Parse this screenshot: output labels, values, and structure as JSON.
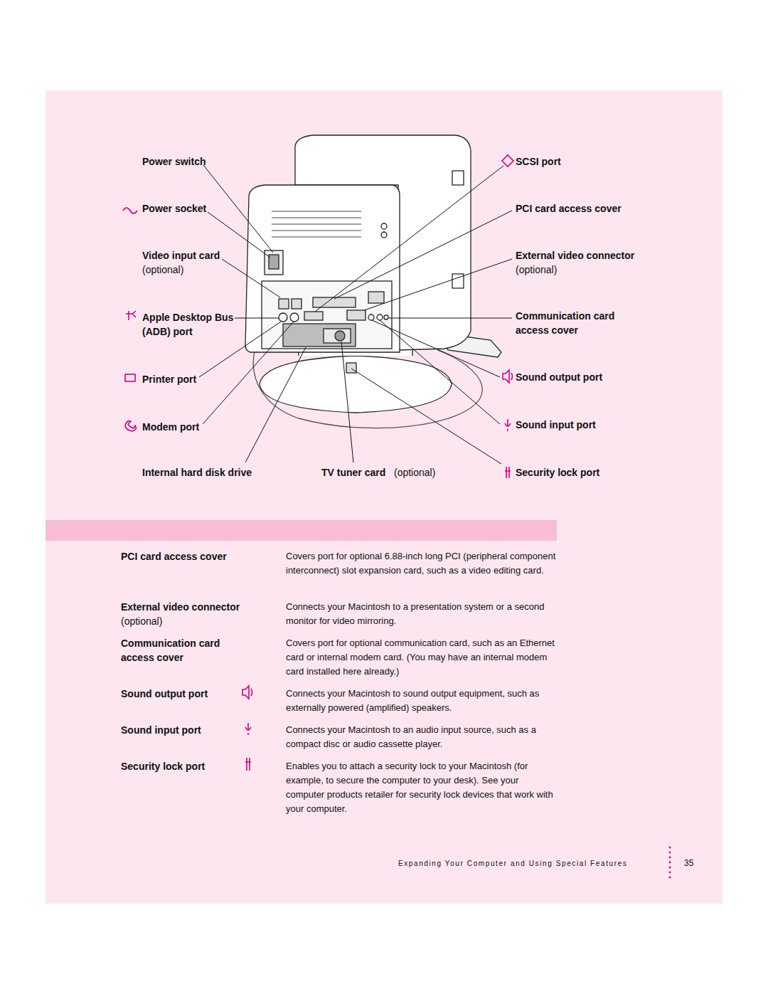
{
  "diagram": {
    "labels": [
      "Power switch",
      "Power socket",
      "Video input card",
      "(optional)",
      "Apple Desktop Bus (ADB) port",
      "Printer port",
      "Modem port",
      "Internal hard disk drive",
      "TV tuner card",
      "(optional)",
      "SCSI port",
      "PCI card access cover",
      "External video connector",
      "(optional)",
      "Communication card access cover",
      "Sound output port",
      "Sound input port",
      "Security lock port",
      "PCI card access cover",
      "Covers port for optional 6.88-inch long PCI (peripheral component interconnect) slot expansion card, such as a video editing card.",
      "External video connector",
      "(optional)",
      "Connects your Macintosh to a presentation system or a second monitor for video mirroring.",
      "Communication card access cover",
      "Covers port for optional communication card, such as an Ethernet card or internal modem card. (You may have an internal modem card installed here already.)",
      "Sound output port",
      "Connects your Macintosh to sound output equipment, such as externally powered (amplified) speakers.",
      "Sound input port",
      "Connects your Macintosh to an audio input source, such as a compact disc or audio cassette player.",
      "Security lock port",
      "Enables you to attach a security lock to your Macintosh (for example, to secure the computer to your desk). See your computer products retailer for security lock devices that work with your computer.",
      "Expanding Your Computer and Using Special Features",
      "35"
    ]
  }
}
